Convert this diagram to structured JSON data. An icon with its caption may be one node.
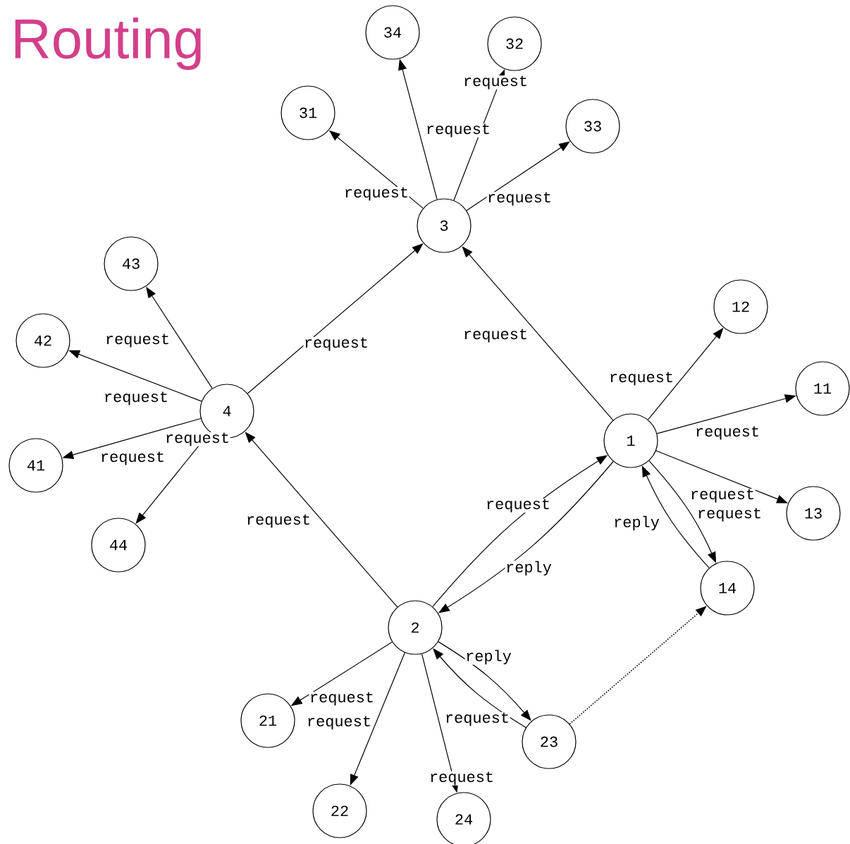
{
  "diagram": {
    "title": "Routing",
    "nodes": [
      {
        "text": [
          "1"
        ]
      },
      {
        "text": [
          "2"
        ]
      },
      {
        "text": [
          "3"
        ]
      },
      {
        "text": [
          "4"
        ]
      },
      {
        "text": [
          "11"
        ]
      },
      {
        "text": [
          "12"
        ]
      },
      {
        "text": [
          "13"
        ]
      },
      {
        "text": [
          "14"
        ]
      },
      {
        "text": [
          "21"
        ]
      },
      {
        "text": [
          "22"
        ]
      },
      {
        "text": [
          "23"
        ]
      },
      {
        "text": [
          "24"
        ]
      },
      {
        "text": [
          "31"
        ]
      },
      {
        "text": [
          "32"
        ]
      },
      {
        "text": [
          "33"
        ]
      },
      {
        "text": [
          "34"
        ]
      },
      {
        "text": [
          "41"
        ]
      },
      {
        "text": [
          "42"
        ]
      },
      {
        "text": [
          "43"
        ]
      },
      {
        "text": [
          "44"
        ]
      }
    ],
    "edges": [
      {
        "from": 0,
        "to": 2,
        "arrow": "to",
        "label": "request"
      },
      {
        "from": 0,
        "to": 5,
        "arrow": "to",
        "label": "request"
      },
      {
        "from": 0,
        "to": 4,
        "arrow": "to",
        "label": "request"
      },
      {
        "from": 0,
        "to": 6,
        "arrow": "to",
        "label": "request"
      },
      {
        "from": 0,
        "to": 7,
        "arrow": "to",
        "label": "request"
      },
      {
        "from": 7,
        "to": 0,
        "arrow": "to",
        "label": "reply"
      },
      {
        "from": 1,
        "to": 0,
        "arrow": "to",
        "label": "request"
      },
      {
        "from": 0,
        "to": 1,
        "arrow": "to",
        "label": "reply"
      },
      {
        "from": 1,
        "to": 3,
        "arrow": "to",
        "label": "request"
      },
      {
        "from": 3,
        "to": 2,
        "arrow": "to",
        "label": "request"
      },
      {
        "from": 3,
        "to": 18,
        "arrow": "to",
        "label": "request"
      },
      {
        "from": 3,
        "to": 17,
        "arrow": "to",
        "label": "request"
      },
      {
        "from": 3,
        "to": 16,
        "arrow": "to",
        "label": "request"
      },
      {
        "from": 3,
        "to": 19,
        "arrow": "to",
        "label": "request"
      },
      {
        "from": 2,
        "to": 12,
        "arrow": "to",
        "label": "request"
      },
      {
        "from": 2,
        "to": 15,
        "arrow": "to",
        "label": "request"
      },
      {
        "from": 2,
        "to": 13,
        "arrow": "to",
        "label": "request"
      },
      {
        "from": 2,
        "to": 14,
        "arrow": "to",
        "label": "request"
      },
      {
        "from": 1,
        "to": 8,
        "arrow": "to",
        "label": "request"
      },
      {
        "from": 1,
        "to": 9,
        "arrow": "to",
        "label": "request"
      },
      {
        "from": 1,
        "to": 11,
        "arrow": "to",
        "label": "request"
      },
      {
        "from": 1,
        "to": 10,
        "arrow": "to",
        "label": "reply"
      },
      {
        "from": 10,
        "to": 1,
        "arrow": "to",
        "label": "request"
      },
      {
        "from": 10,
        "to": 7,
        "arrow": "to",
        "style": "dashed"
      }
    ]
  }
}
